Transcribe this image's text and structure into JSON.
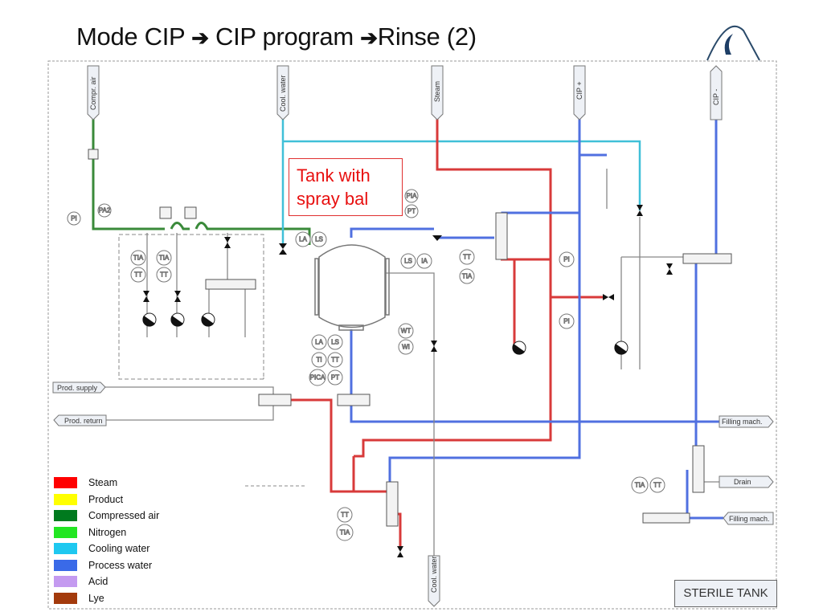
{
  "title": {
    "part1": "Mode CIP",
    "arrow1": "➔",
    "part2": "CIP program",
    "arrow2": "➔",
    "part3": "Rinse (2)"
  },
  "callout": {
    "line1": "Tank with",
    "line2": "spray bal"
  },
  "connectors": {
    "compr_air": "Compr. air",
    "cool_water_top": "Cool. water",
    "steam": "Steam",
    "cip_plus": "CIP +",
    "cip_minus": "CIP -",
    "prod_supply": "Prod. supply",
    "prod_return": "Prod. return",
    "filling_mach_1": "Filling mach.",
    "drain": "Drain",
    "filling_mach_2": "Filling mach.",
    "cool_water_bottom": "Cool. water"
  },
  "instruments": {
    "pi_left": "PI",
    "pa2": "PA2",
    "tia_1": "TIA",
    "tt_1": "TT",
    "tia_2": "TIA",
    "tt_2": "TT",
    "la_top": "LA",
    "ls_top": "LS",
    "pia": "PIA",
    "pt_top": "PT",
    "ls_side": "LS",
    "ia_side": "IA",
    "tt_mid": "TT",
    "tia_mid": "TIA",
    "pi_mid1": "PI",
    "pi_mid2": "PI",
    "la_bot": "LA",
    "ls_bot": "LS",
    "ti_bot": "TI",
    "tt_bot": "TT",
    "pica": "PICA",
    "pt_bot": "PT",
    "wt": "WT",
    "wi": "WI",
    "tt_low": "TT",
    "tia_low": "TIA",
    "tia_right": "TIA",
    "tt_right": "TT"
  },
  "legend": [
    {
      "label": "Steam",
      "color": "#ff0000"
    },
    {
      "label": "Product",
      "color": "#ffff00"
    },
    {
      "label": "Compressed air",
      "color": "#007a1e"
    },
    {
      "label": "Nitrogen",
      "color": "#22e622"
    },
    {
      "label": "Cooling water",
      "color": "#1ec8f0"
    },
    {
      "label": "Process water",
      "color": "#3a6ae8"
    },
    {
      "label": "Acid",
      "color": "#c49af0"
    },
    {
      "label": "Lye",
      "color": "#a33a0c"
    }
  ],
  "line_colors": {
    "steam": "#d83a3a",
    "compressed_air": "#3a8a3a",
    "cooling_water": "#40c0d8",
    "process_water": "#5070e0",
    "inactive": "#888888"
  },
  "plate": {
    "label": "STERILE TANK"
  }
}
